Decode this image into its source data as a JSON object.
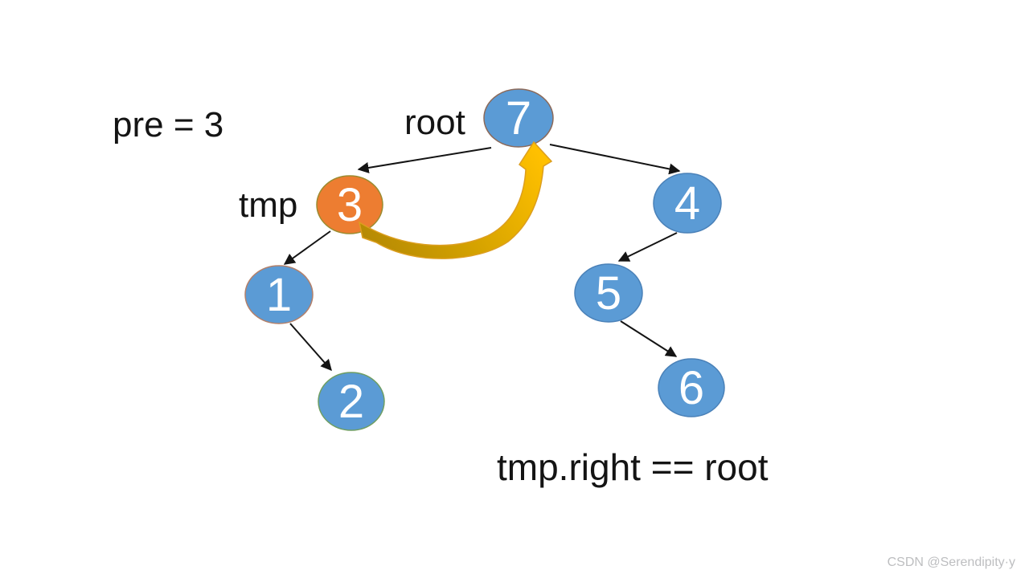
{
  "canvas": {
    "background": "#FFFFFF"
  },
  "annotations": {
    "pre_label": "pre = 3",
    "root_pointer_label": "root",
    "tmp_pointer_label": "tmp",
    "condition_label": "tmp.right == root"
  },
  "watermark": {
    "text": "CSDN @Serendipity·y",
    "color": "#BDBEC0"
  },
  "colors": {
    "node_fill_blue": "#5B9BD5",
    "node_fill_orange": "#ED7D31",
    "node_text": "#FFFFFF",
    "edge_stroke": "#141414",
    "gold_arrow_dark": "#B28704",
    "gold_arrow_mid": "#D6A300",
    "gold_arrow_bright": "#FFC000",
    "gold_arrow_outline": "#DC9E1F",
    "label_text": "#141414"
  },
  "tree": {
    "nodes": [
      {
        "id": "7",
        "label": "7",
        "fill": "#5B9BD5",
        "border": "#8C6A5A",
        "pointer_label": "root"
      },
      {
        "id": "3",
        "label": "3",
        "fill": "#ED7D31",
        "border": "#9B8B2F",
        "pointer_label": "tmp"
      },
      {
        "id": "4",
        "label": "4",
        "fill": "#5B9BD5",
        "border": "#4A81B8",
        "pointer_label": ""
      },
      {
        "id": "1",
        "label": "1",
        "fill": "#5B9BD5",
        "border": "#B3806A",
        "pointer_label": ""
      },
      {
        "id": "5",
        "label": "5",
        "fill": "#5B9BD5",
        "border": "#4A81B8",
        "pointer_label": ""
      },
      {
        "id": "2",
        "label": "2",
        "fill": "#5B9BD5",
        "border": "#6F9E63",
        "pointer_label": ""
      },
      {
        "id": "6",
        "label": "6",
        "fill": "#5B9BD5",
        "border": "#4A81B8",
        "pointer_label": ""
      }
    ],
    "edges": [
      {
        "from": "7",
        "to": "3"
      },
      {
        "from": "7",
        "to": "4"
      },
      {
        "from": "3",
        "to": "1"
      },
      {
        "from": "1",
        "to": "2"
      },
      {
        "from": "4",
        "to": "5"
      },
      {
        "from": "5",
        "to": "6"
      }
    ],
    "thread_arrow": {
      "from": "3",
      "to": "7"
    }
  }
}
